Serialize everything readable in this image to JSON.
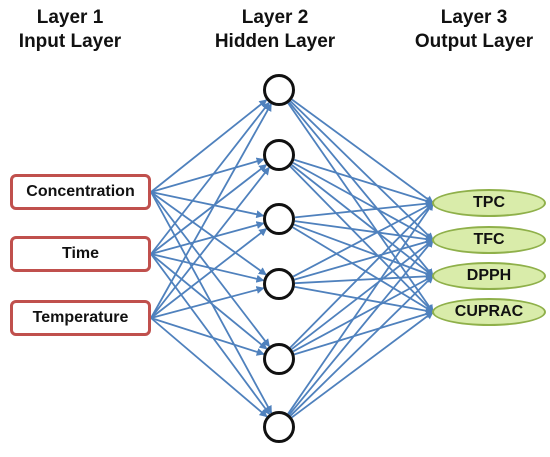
{
  "layers": [
    {
      "name": "Layer 1",
      "subtitle": "Input Layer"
    },
    {
      "name": "Layer 2",
      "subtitle": "Hidden Layer"
    },
    {
      "name": "Layer 3",
      "subtitle": "Output Layer"
    }
  ],
  "inputs": [
    "Concentration",
    "Time",
    "Temperature"
  ],
  "hidden_node_count": 6,
  "outputs": [
    "TPC",
    "TFC",
    "DPPH",
    "CUPRAC"
  ],
  "colors": {
    "connection": "#4f81bd",
    "input_border": "#c0504d",
    "output_fill": "#d9ecaa",
    "output_border": "#8fb04a",
    "hidden_border": "#111111"
  }
}
